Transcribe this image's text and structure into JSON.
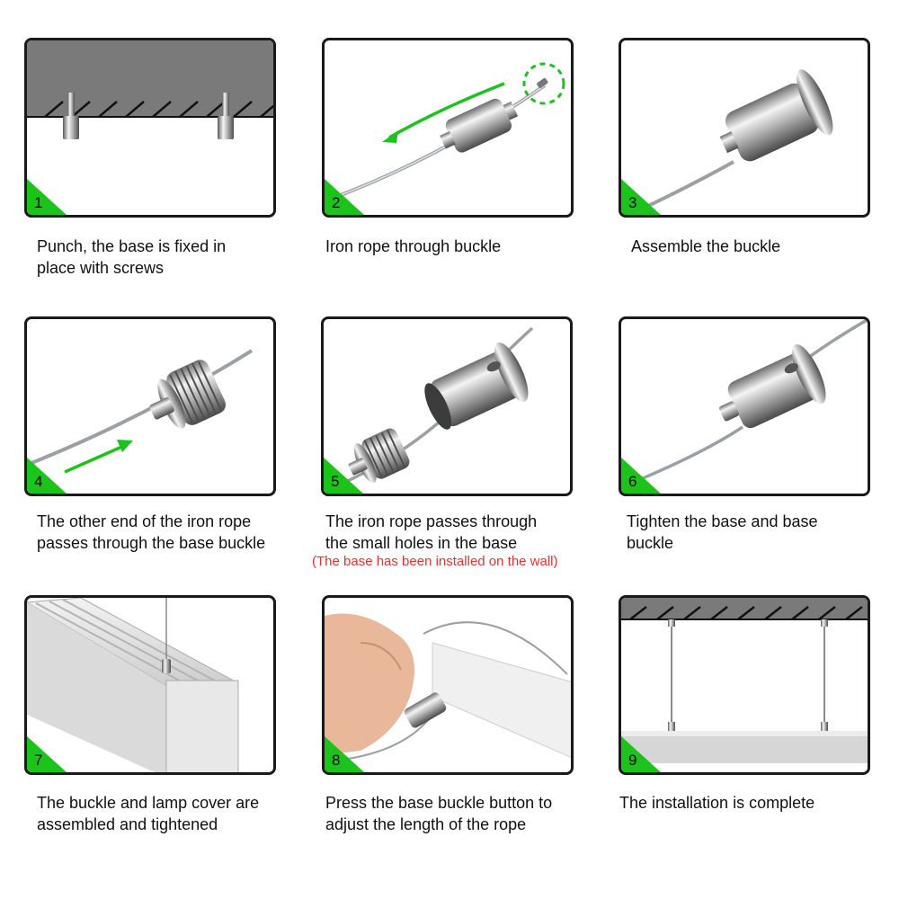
{
  "colors": {
    "badge": "#1bc31b",
    "arrow": "#1bc31b",
    "border": "#1a1a1a",
    "ceiling": "#7a7a7a",
    "note": "#e8322e"
  },
  "steps": [
    {
      "number": "1",
      "caption_line1": "Punch, the base is fixed in",
      "caption_line2": "place with screws"
    },
    {
      "number": "2",
      "caption_line1": "Iron rope through buckle",
      "caption_line2": ""
    },
    {
      "number": "3",
      "caption_line1": "Assemble the buckle",
      "caption_line2": ""
    },
    {
      "number": "4",
      "caption_line1": "The other end of the iron rope",
      "caption_line2": "passes through the base buckle"
    },
    {
      "number": "5",
      "caption_line1": "The iron rope passes through",
      "caption_line2": "the small holes in the base"
    },
    {
      "number": "6",
      "caption_line1": "Tighten the base and base",
      "caption_line2": "buckle"
    },
    {
      "number": "7",
      "caption_line1": "The buckle and lamp cover are",
      "caption_line2": "assembled and tightened"
    },
    {
      "number": "8",
      "caption_line1": "Press the base buckle button to",
      "caption_line2": "adjust the length of the rope"
    },
    {
      "number": "9",
      "caption_line1": "The installation is complete",
      "caption_line2": ""
    }
  ],
  "step5_note": "(The base has been installed on the wall)"
}
